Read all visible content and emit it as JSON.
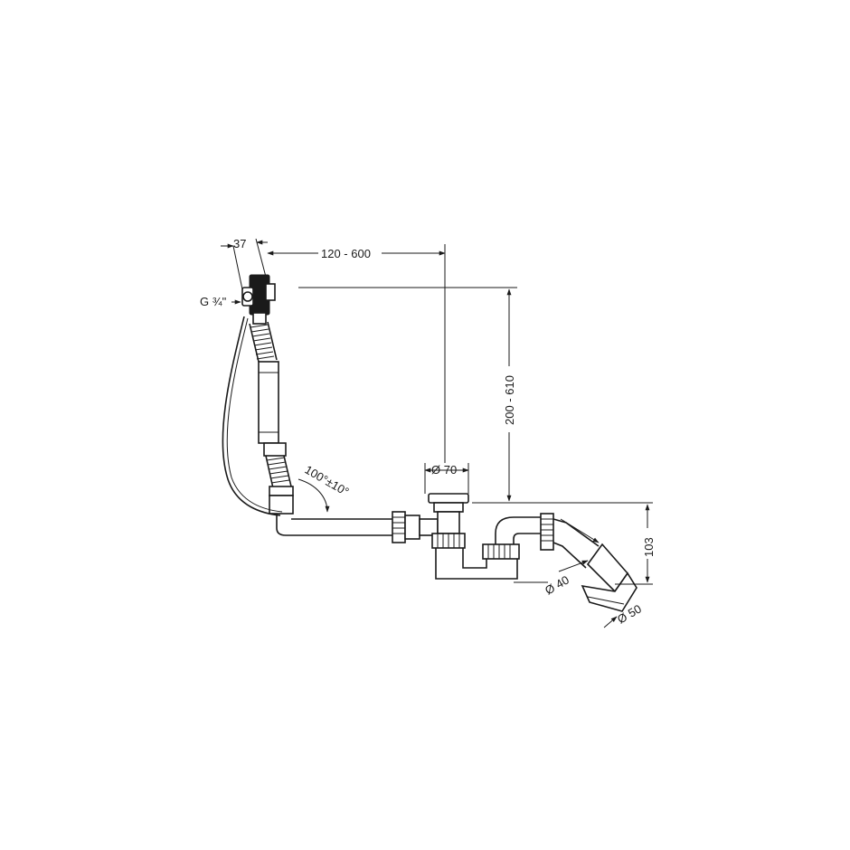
{
  "dimensions": {
    "width_37": "37",
    "span_120_600": "120 - 600",
    "height_200_610": "200 - 610",
    "thread_g34": "G ¾\"",
    "angle": "100°±10°",
    "drain_d70": "Ø 70",
    "outlet_d40": "Ø 40",
    "outlet_d50": "Ø 50",
    "height_103": "103"
  }
}
